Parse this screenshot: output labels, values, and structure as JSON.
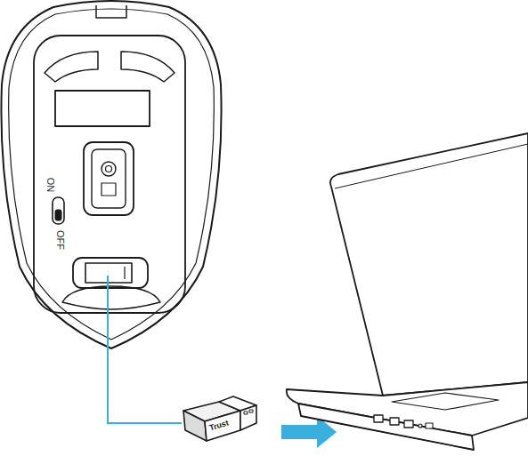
{
  "diagram": {
    "labels": [
      "ON",
      "OFF",
      "Trust"
    ]
  }
}
